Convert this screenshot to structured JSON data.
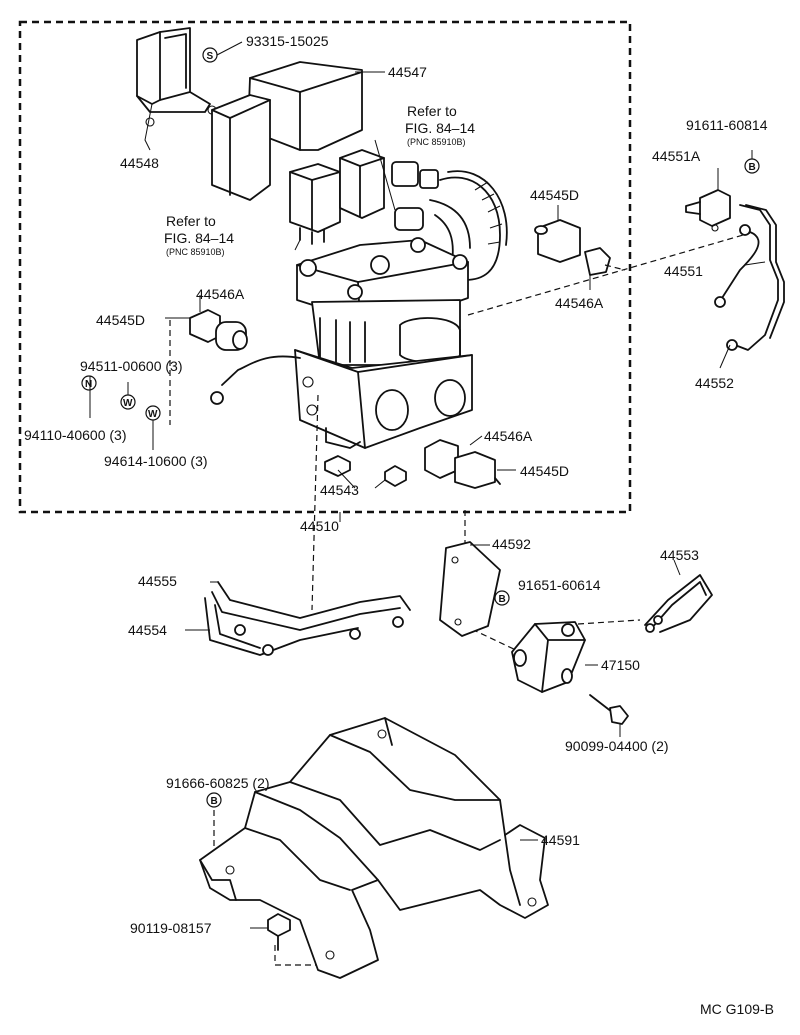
{
  "figure_code": "MC G109-B",
  "references": [
    {
      "line1": "Refer to",
      "line2": "FIG. 84–14",
      "pnc": "(PNC 85910B)"
    },
    {
      "line1": "Refer to",
      "line2": "FIG. 84–14",
      "pnc": "(PNC 85910B)"
    }
  ],
  "badges": {
    "S": "S",
    "B": "B",
    "N": "N",
    "W": "W"
  },
  "parts": {
    "p93315": "93315-15025",
    "p44547": "44547",
    "p44548": "44548",
    "p91611": "91611-60814",
    "p44551A": "44551A",
    "p44545D_a": "44545D",
    "p44545D_b": "44545D",
    "p44545D_c": "44545D",
    "p44546A_a": "44546A",
    "p44546A_b": "44546A",
    "p44546A_c": "44546A",
    "p44551": "44551",
    "p44552": "44552",
    "p94511": "94511-00600 (3)",
    "p94110": "94110-40600 (3)",
    "p94614": "94614-10600 (3)",
    "p44543": "44543",
    "p44510": "44510",
    "p44592": "44592",
    "p44553": "44553",
    "p44555": "44555",
    "p91651": "91651-60614",
    "p44554": "44554",
    "p47150": "47150",
    "p90099": "90099-04400 (2)",
    "p91666": "91666-60825 (2)",
    "p44591": "44591",
    "p90119": "90119-08157"
  }
}
